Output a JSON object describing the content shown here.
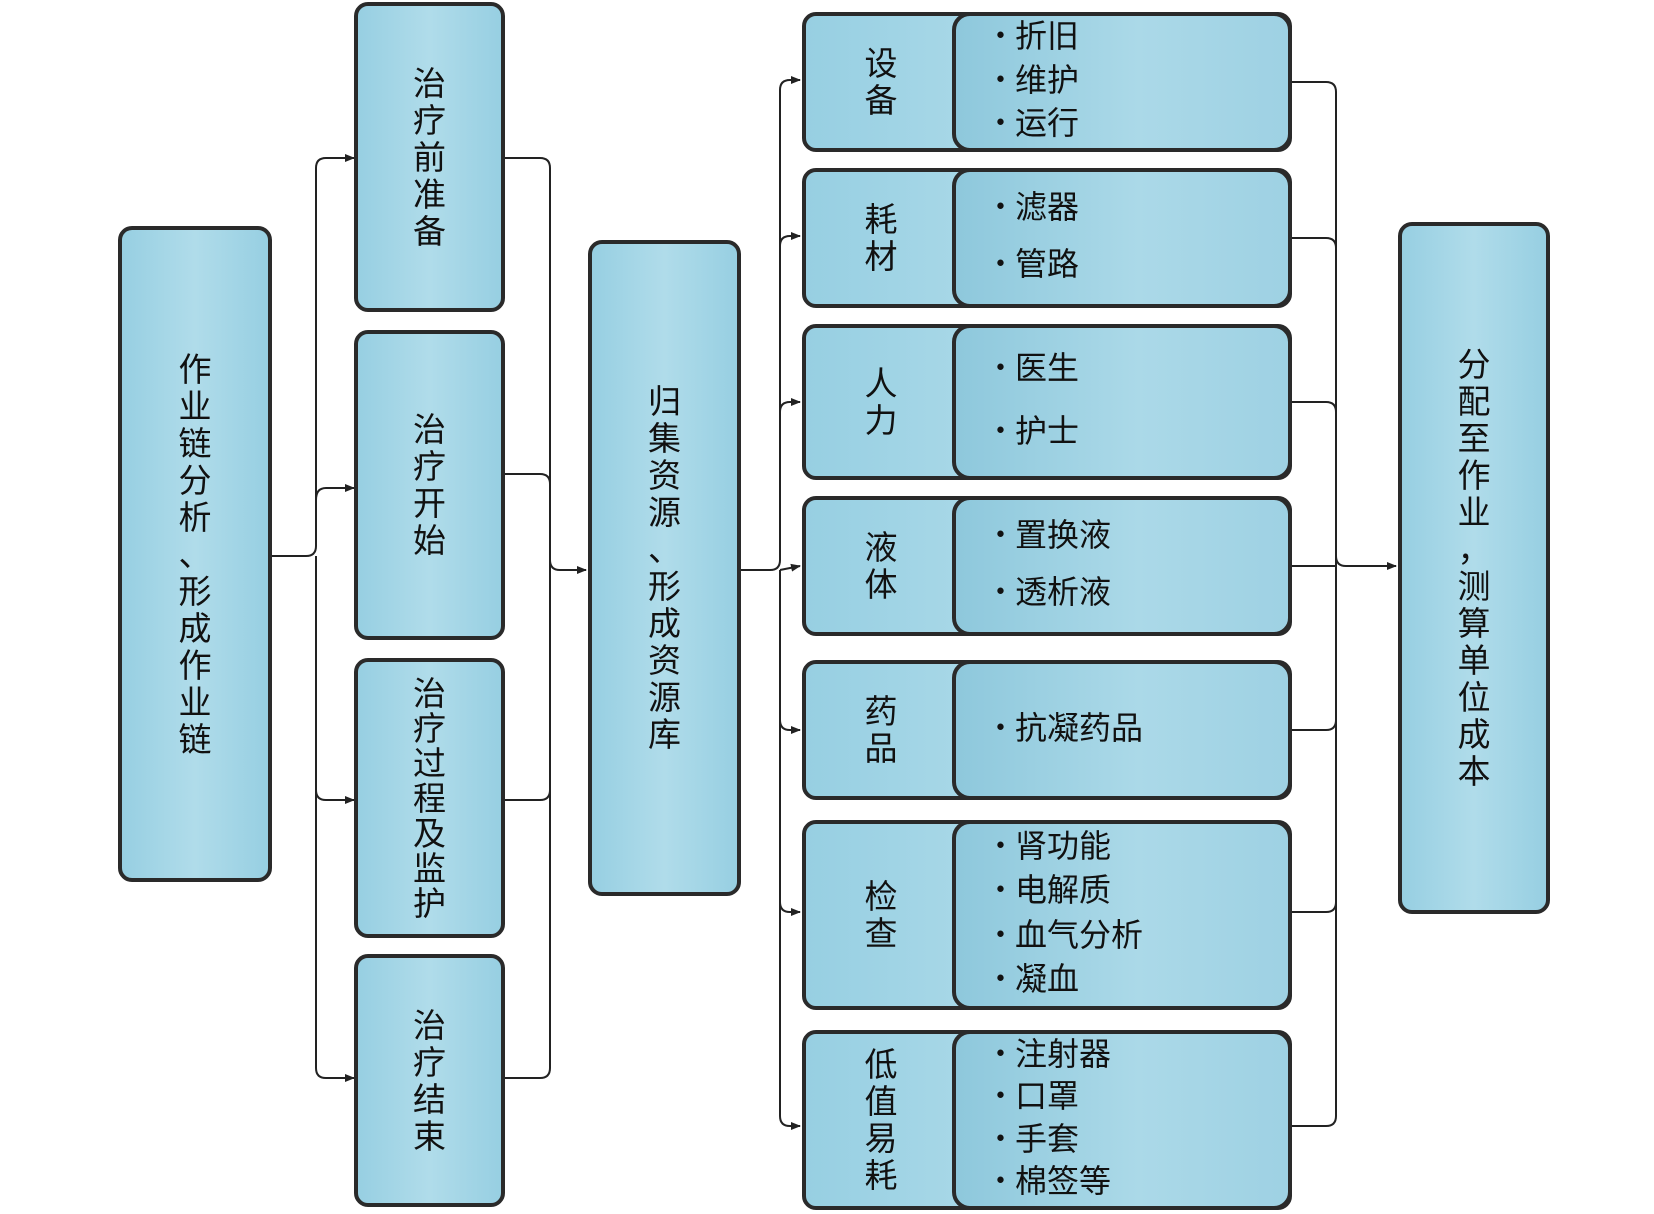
{
  "left": {
    "text": "作业链分析、形成作业链"
  },
  "steps": [
    {
      "text": "治疗前准备"
    },
    {
      "text": "治疗开始"
    },
    {
      "text": "治疗过程及监护"
    },
    {
      "text": "治疗结束"
    }
  ],
  "middle": {
    "text": "归集资源、形成资源库"
  },
  "categories": [
    {
      "label": "设备",
      "items": [
        "折旧",
        "维护",
        "运行"
      ]
    },
    {
      "label": "耗材",
      "items": [
        "滤器",
        "管路"
      ]
    },
    {
      "label": "人力",
      "items": [
        "医生",
        "护士"
      ]
    },
    {
      "label": "液体",
      "items": [
        "置换液",
        "透析液"
      ]
    },
    {
      "label": "药品",
      "items": [
        "抗凝药品"
      ]
    },
    {
      "label": "检查",
      "items": [
        "肾功能",
        "电解质",
        "血气分析",
        "凝血"
      ]
    },
    {
      "label": "低值易耗",
      "items": [
        "注射器",
        "口罩",
        "手套",
        "棉签等"
      ]
    }
  ],
  "right": {
    "text": "分配至作业，测算单位成本"
  }
}
